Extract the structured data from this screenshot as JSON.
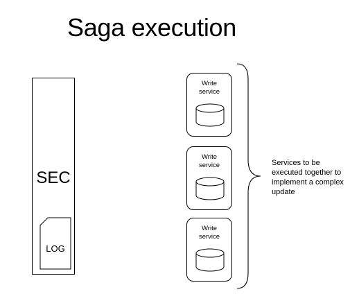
{
  "title": "Saga execution",
  "sec": {
    "label": "SEC",
    "log_label": "LOG"
  },
  "services": [
    {
      "line1": "Write",
      "line2": "service"
    },
    {
      "line1": "Write",
      "line2": "service"
    },
    {
      "line1": "Write",
      "line2": "service"
    }
  ],
  "annotation": {
    "lines": [
      "Services to be",
      "executed together to",
      "implement a complex",
      "update"
    ]
  }
}
